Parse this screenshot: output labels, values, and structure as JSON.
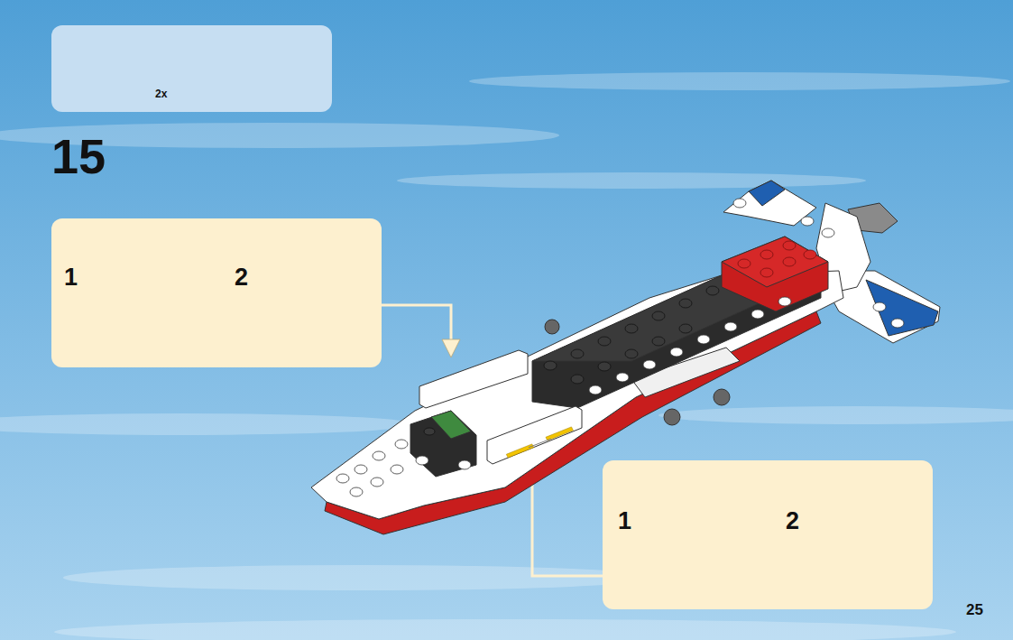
{
  "diagram": {
    "nodes": [
      {
        "text": [
          "2x"
        ]
      },
      {
        "text": [
          "1",
          "2"
        ]
      },
      {
        "text": [
          "1",
          "2"
        ]
      }
    ],
    "labels": [
      "15",
      "25"
    ]
  }
}
